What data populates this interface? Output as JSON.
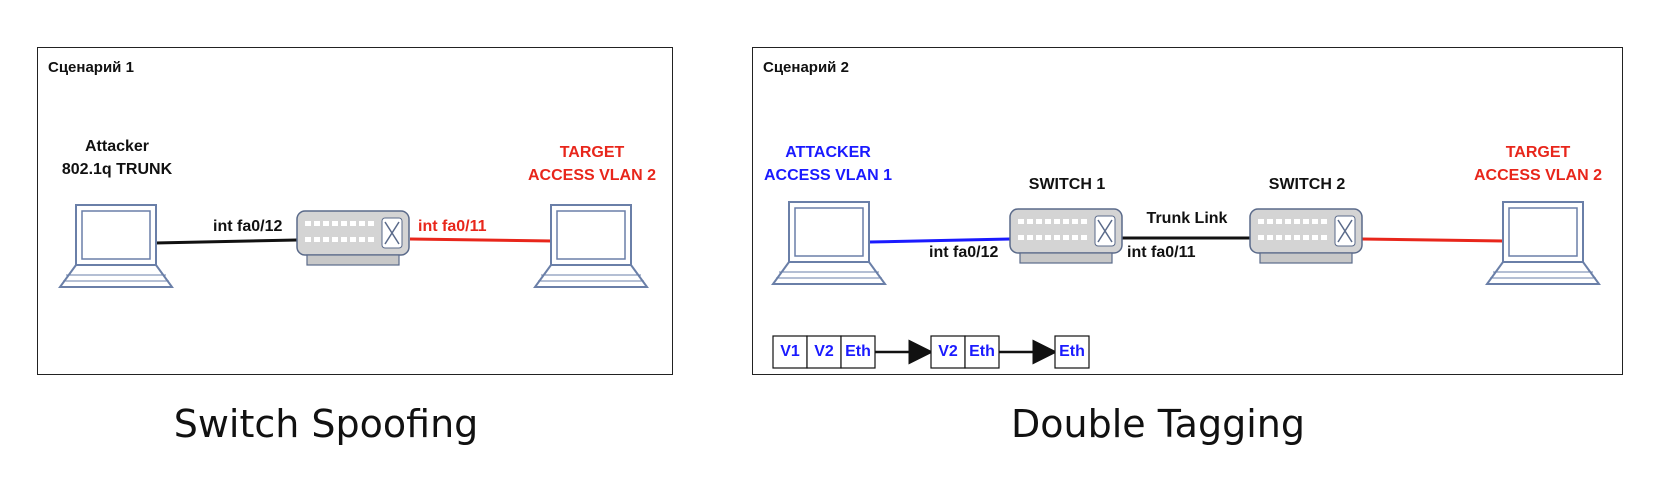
{
  "panels": {
    "scenario1": {
      "title": "Сценарий 1",
      "attacker_line1": "Attacker",
      "attacker_line2": "802.1q TRUNK",
      "target_line1": "TARGET",
      "target_line2": "ACCESS VLAN 2",
      "port_left": "int fa0/12",
      "port_right": "int fa0/11",
      "caption": "Switch Spoofing"
    },
    "scenario2": {
      "title": "Сценарий 2",
      "attacker_line1": "ATTACKER",
      "attacker_line2": "ACCESS VLAN 1",
      "switch1_label": "SWITCH 1",
      "switch2_label": "SWITCH 2",
      "trunk_label": "Trunk Link",
      "port_left": "int fa0/12",
      "port_right": "int fa0/11",
      "target_line1": "TARGET",
      "target_line2": "ACCESS VLAN 2",
      "frame_tags": {
        "frame1": [
          "V1",
          "V2",
          "Eth"
        ],
        "frame2": [
          "V2",
          "Eth"
        ],
        "frame3": [
          "Eth"
        ]
      },
      "caption": "Double Tagging"
    }
  },
  "colors": {
    "attacker_blue": "#1a1aff",
    "target_red": "#e8261b",
    "link_black": "#111111",
    "device_fill": "#d4d4d4",
    "device_stroke": "#5a6a8a",
    "laptop_stroke": "#6a7fa8"
  },
  "icons": {
    "laptop": "laptop-icon",
    "switch": "switch-icon"
  }
}
